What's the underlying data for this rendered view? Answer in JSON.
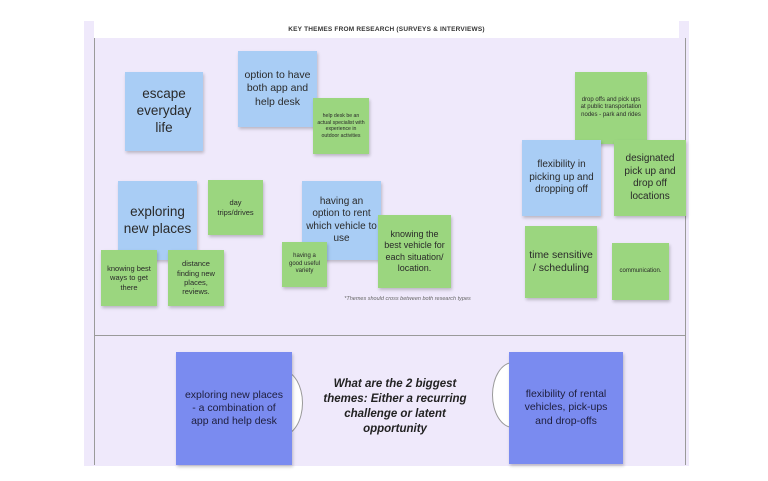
{
  "title": "KEY THEMES FROM RESEARCH (SURVEYS & INTERVIEWS)",
  "notes": {
    "escape": "escape everyday life",
    "app_help_desk": "option to have both app and help desk",
    "help_desk_specialist": "help desk be an actual specialist with experience in outdoor activities",
    "exploring": "exploring new places",
    "day_trips": "day trips/drives",
    "knowing_ways": "knowing best ways to get there",
    "distance": "distance finding new places, reviews.",
    "rent_option": "having an option to rent which vehicle to use",
    "good_variety": "having a good useful variety",
    "best_vehicle": "knowing the best vehicle for each situation/ location.",
    "drop_offs": "drop offs and pick ups at public transportation nodes - park and rides",
    "flex_pickup": "flexibility in picking up and dropping off",
    "designated": "designated pick up and drop off locations",
    "time_sensitive": "time sensitive / scheduling",
    "communication": "communication."
  },
  "footnote": "*Themes should cross between both research types",
  "bottom": {
    "left_theme": "exploring new places - a combination of app and help desk",
    "question": "What are the 2 biggest themes: Either a recurring challenge or latent opportunity",
    "right_theme": "flexibility of rental vehicles, pick-ups and drop-offs"
  },
  "colors": {
    "board": "#efe9fb",
    "blue_note": "#a9cdf5",
    "green_note": "#9bd67f",
    "purple_note": "#7a8bf0"
  }
}
